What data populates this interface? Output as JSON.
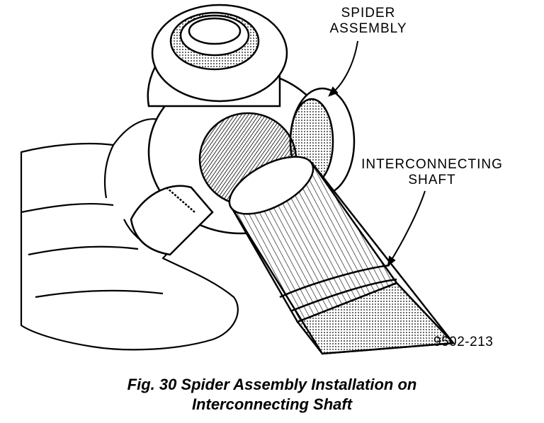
{
  "labels": {
    "spider_line1": "SPIDER",
    "spider_line2": "ASSEMBLY",
    "shaft_line1": "INTERCONNECTING",
    "shaft_line2": "SHAFT"
  },
  "figure_id": "9502-213",
  "caption": {
    "line1": "Fig. 30 Spider Assembly Installation on",
    "line2": "Interconnecting Shaft"
  }
}
